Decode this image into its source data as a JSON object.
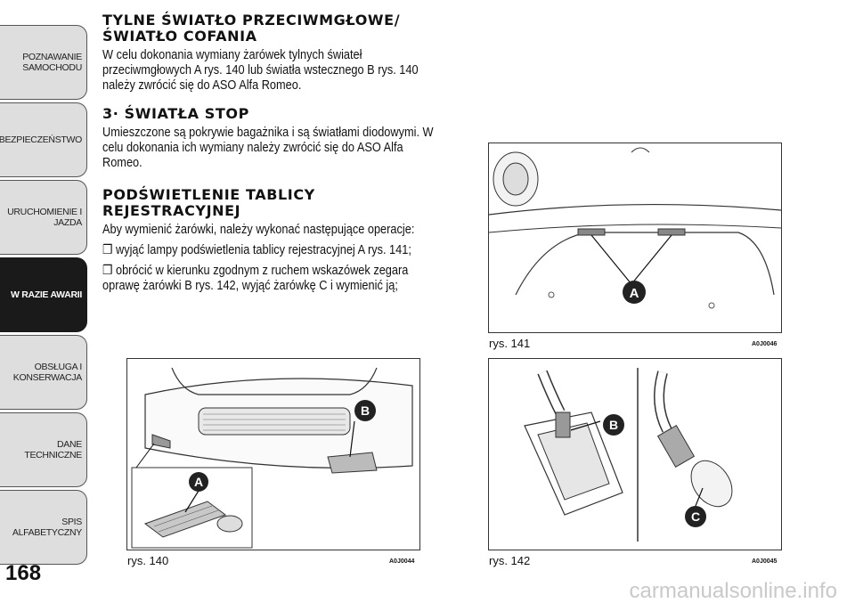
{
  "sidebar": {
    "tabs": [
      {
        "label1": "POZNAWANIE",
        "label2": "SAMOCHODU"
      },
      {
        "label1": "BEZPIECZEŃSTWO",
        "label2": ""
      },
      {
        "label1": "URUCHOMIENIE I",
        "label2": "JAZDA"
      },
      {
        "label1": "W RAZIE AWARII",
        "label2": ""
      },
      {
        "label1": "OBSŁUGA I",
        "label2": "KONSERWACJA"
      },
      {
        "label1": "DANE TECHNICZNE",
        "label2": ""
      },
      {
        "label1": "SPIS ALFABETYCZNY",
        "label2": ""
      }
    ],
    "page_number": "168"
  },
  "content": {
    "h1_line1": "TYLNE ŚWIATŁO PRZECIWMGŁOWE/",
    "h1_line2": "ŚWIATŁO COFANIA",
    "p1": "W celu dokonania wymiany żarówek tylnych świateł przeciwmgłowych A rys. 140 lub światła wstecznego B rys. 140 należy zwrócić się do ASO Alfa Romeo.",
    "h2": "3· ŚWIATŁA STOP",
    "p2": "Umieszczone są pokrywie bagażnika i są światłami diodowymi. W celu dokonania ich wymiany należy zwrócić się do ASO Alfa Romeo.",
    "h3_line1": "PODŚWIETLENIE TABLICY",
    "h3_line2": "REJESTRACYJNEJ",
    "p3": "Aby wymienić żarówki, należy wykonać następujące operacje:",
    "b1": "❒ wyjąć lampy podświetlenia tablicy rejestracyjnej A rys. 141;",
    "b2": "❒ obrócić w kierunku zgodnym z ruchem wskazówek zegara oprawę żarówki B rys. 142, wyjąć żarówkę C i wymienić ją;"
  },
  "figures": {
    "f140": {
      "caption": "rys. 140",
      "code": "A0J0044",
      "labelA": "A",
      "labelB": "B"
    },
    "f141": {
      "caption": "rys. 141",
      "code": "A0J0046",
      "labelA": "A"
    },
    "f142": {
      "caption": "rys. 142",
      "code": "A0J0045",
      "labelB": "B",
      "labelC": "C"
    }
  },
  "watermark": "carmanualsonline.info"
}
